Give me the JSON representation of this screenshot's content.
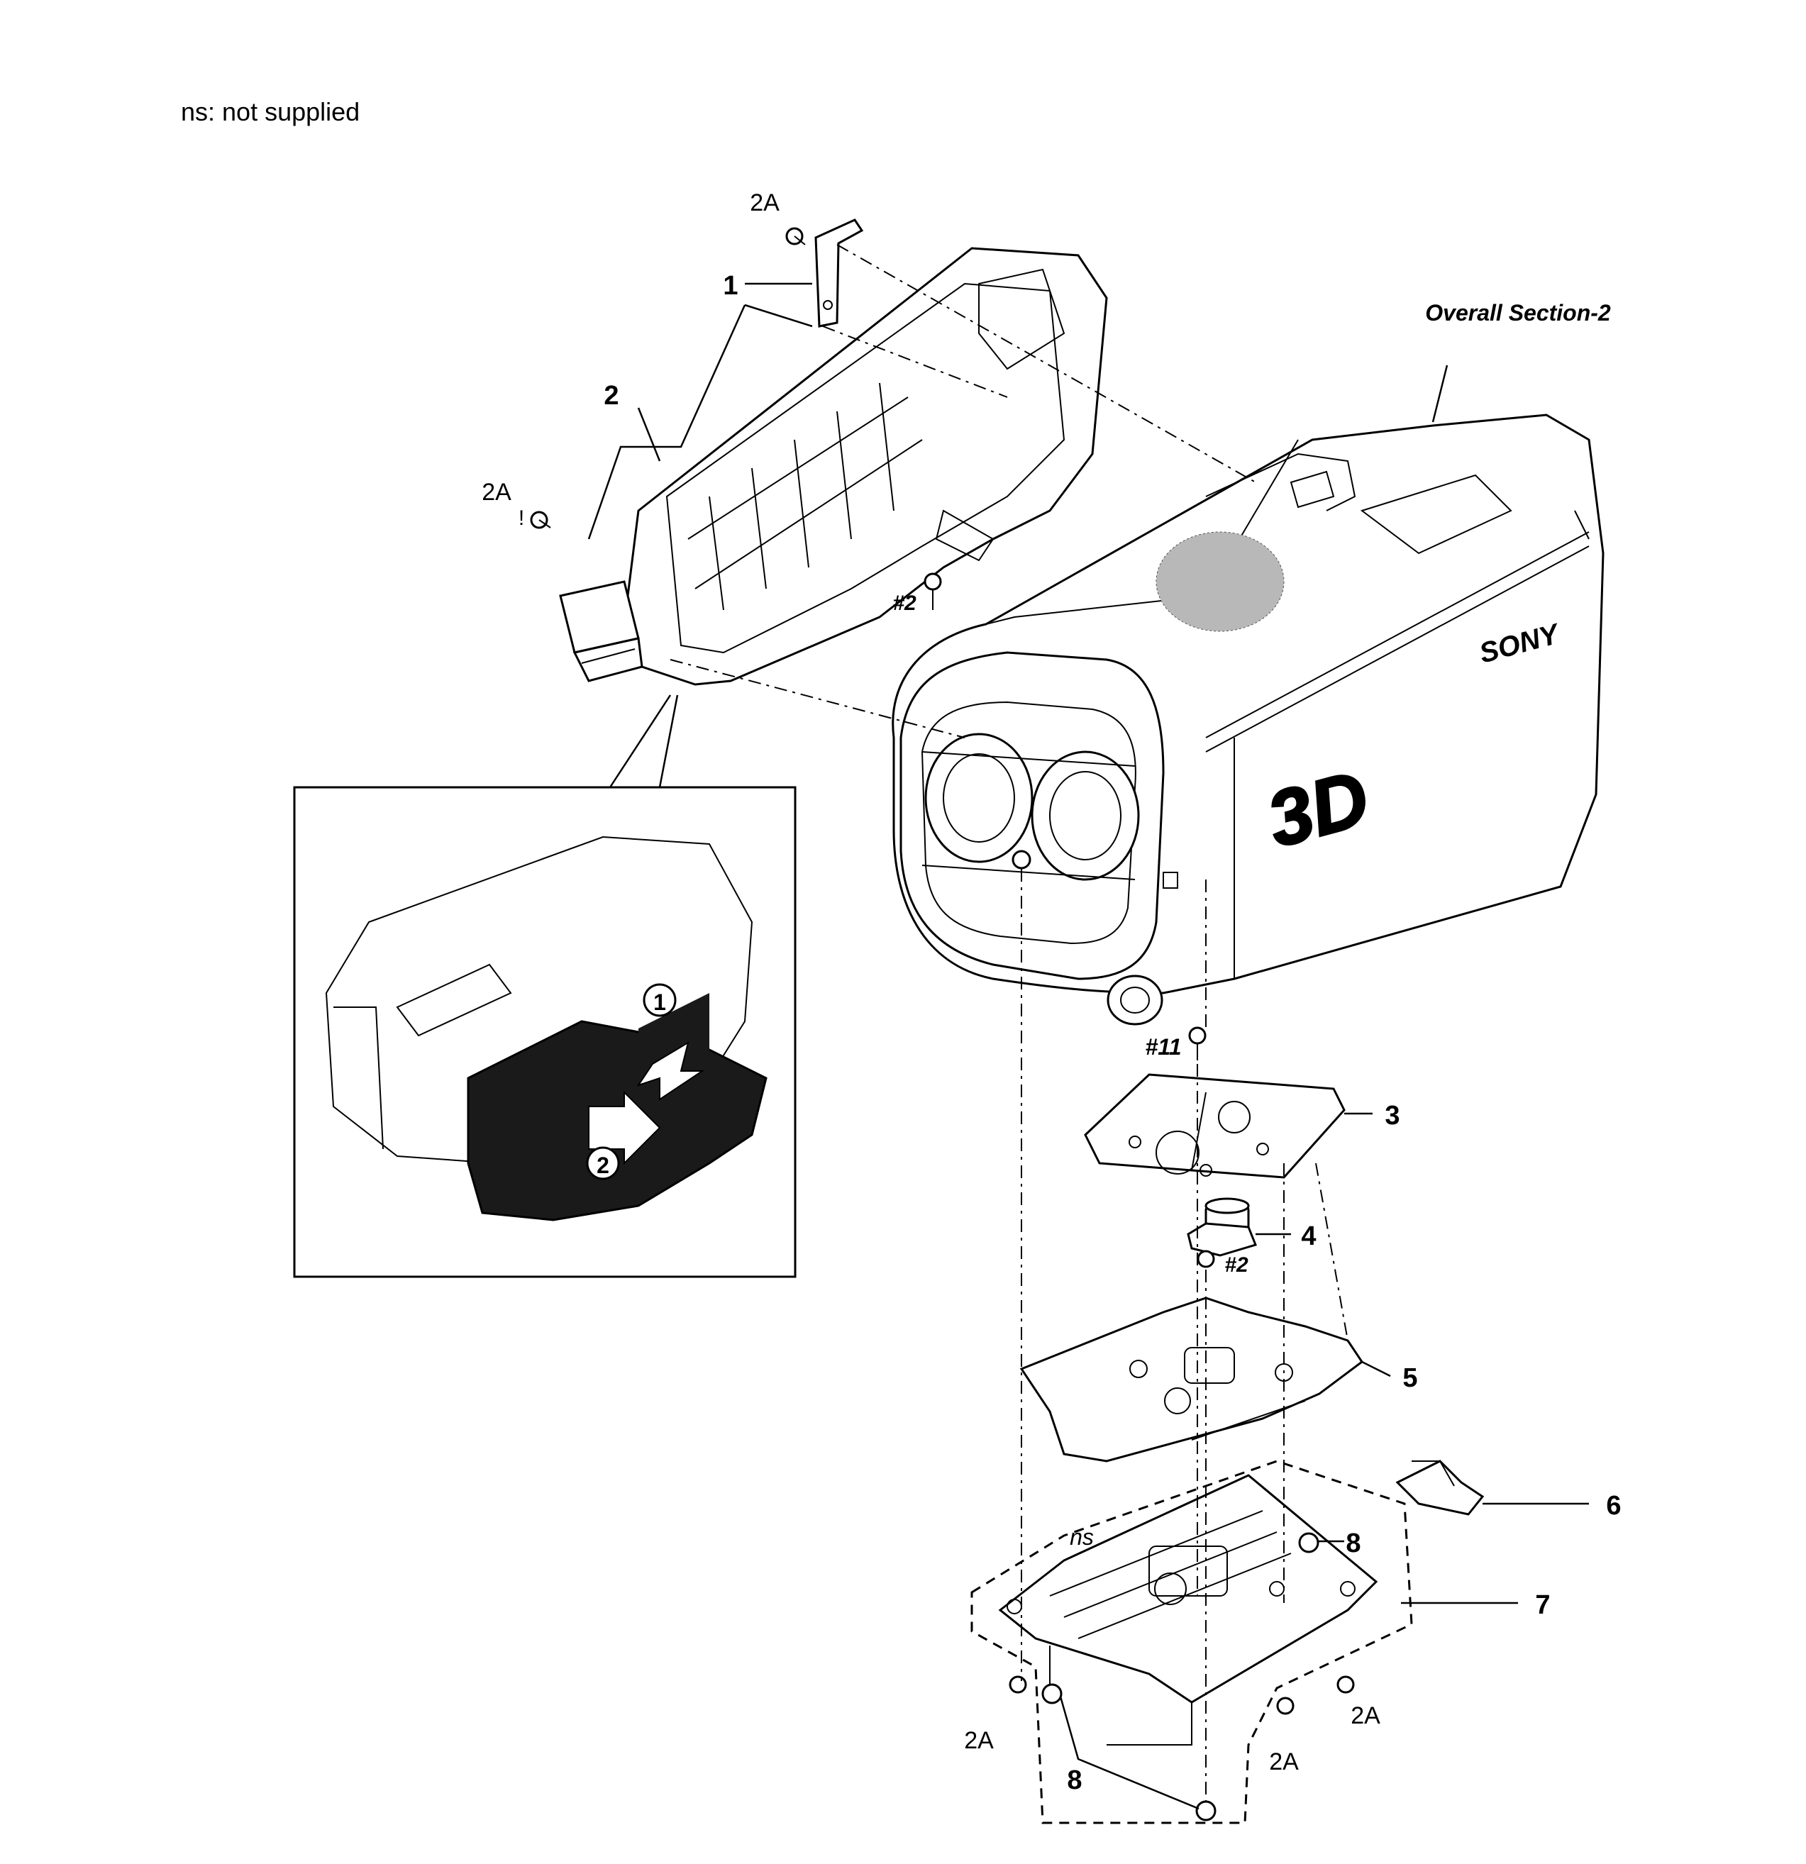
{
  "legend": "ns: not supplied",
  "section_label": "Overall Section-2",
  "brand_text": "SONY",
  "model_text": "3D",
  "callouts": {
    "p1": "1",
    "p2": "2",
    "p3": "3",
    "p4": "4",
    "p5": "5",
    "p6": "6",
    "p7": "7",
    "p8a": "8",
    "p8b": "8"
  },
  "screw_labels": {
    "s2a_top": "2A",
    "s2a_left": "2A",
    "s2_upper": "#2",
    "s11": "#11",
    "s2_lower": "#2",
    "s2a_bl": "2A",
    "s2a_bm": "2A",
    "s2a_br": "2A"
  },
  "ns_label": "ns",
  "steps": {
    "step1": "1",
    "step2": "2"
  },
  "warn_mark": "!"
}
